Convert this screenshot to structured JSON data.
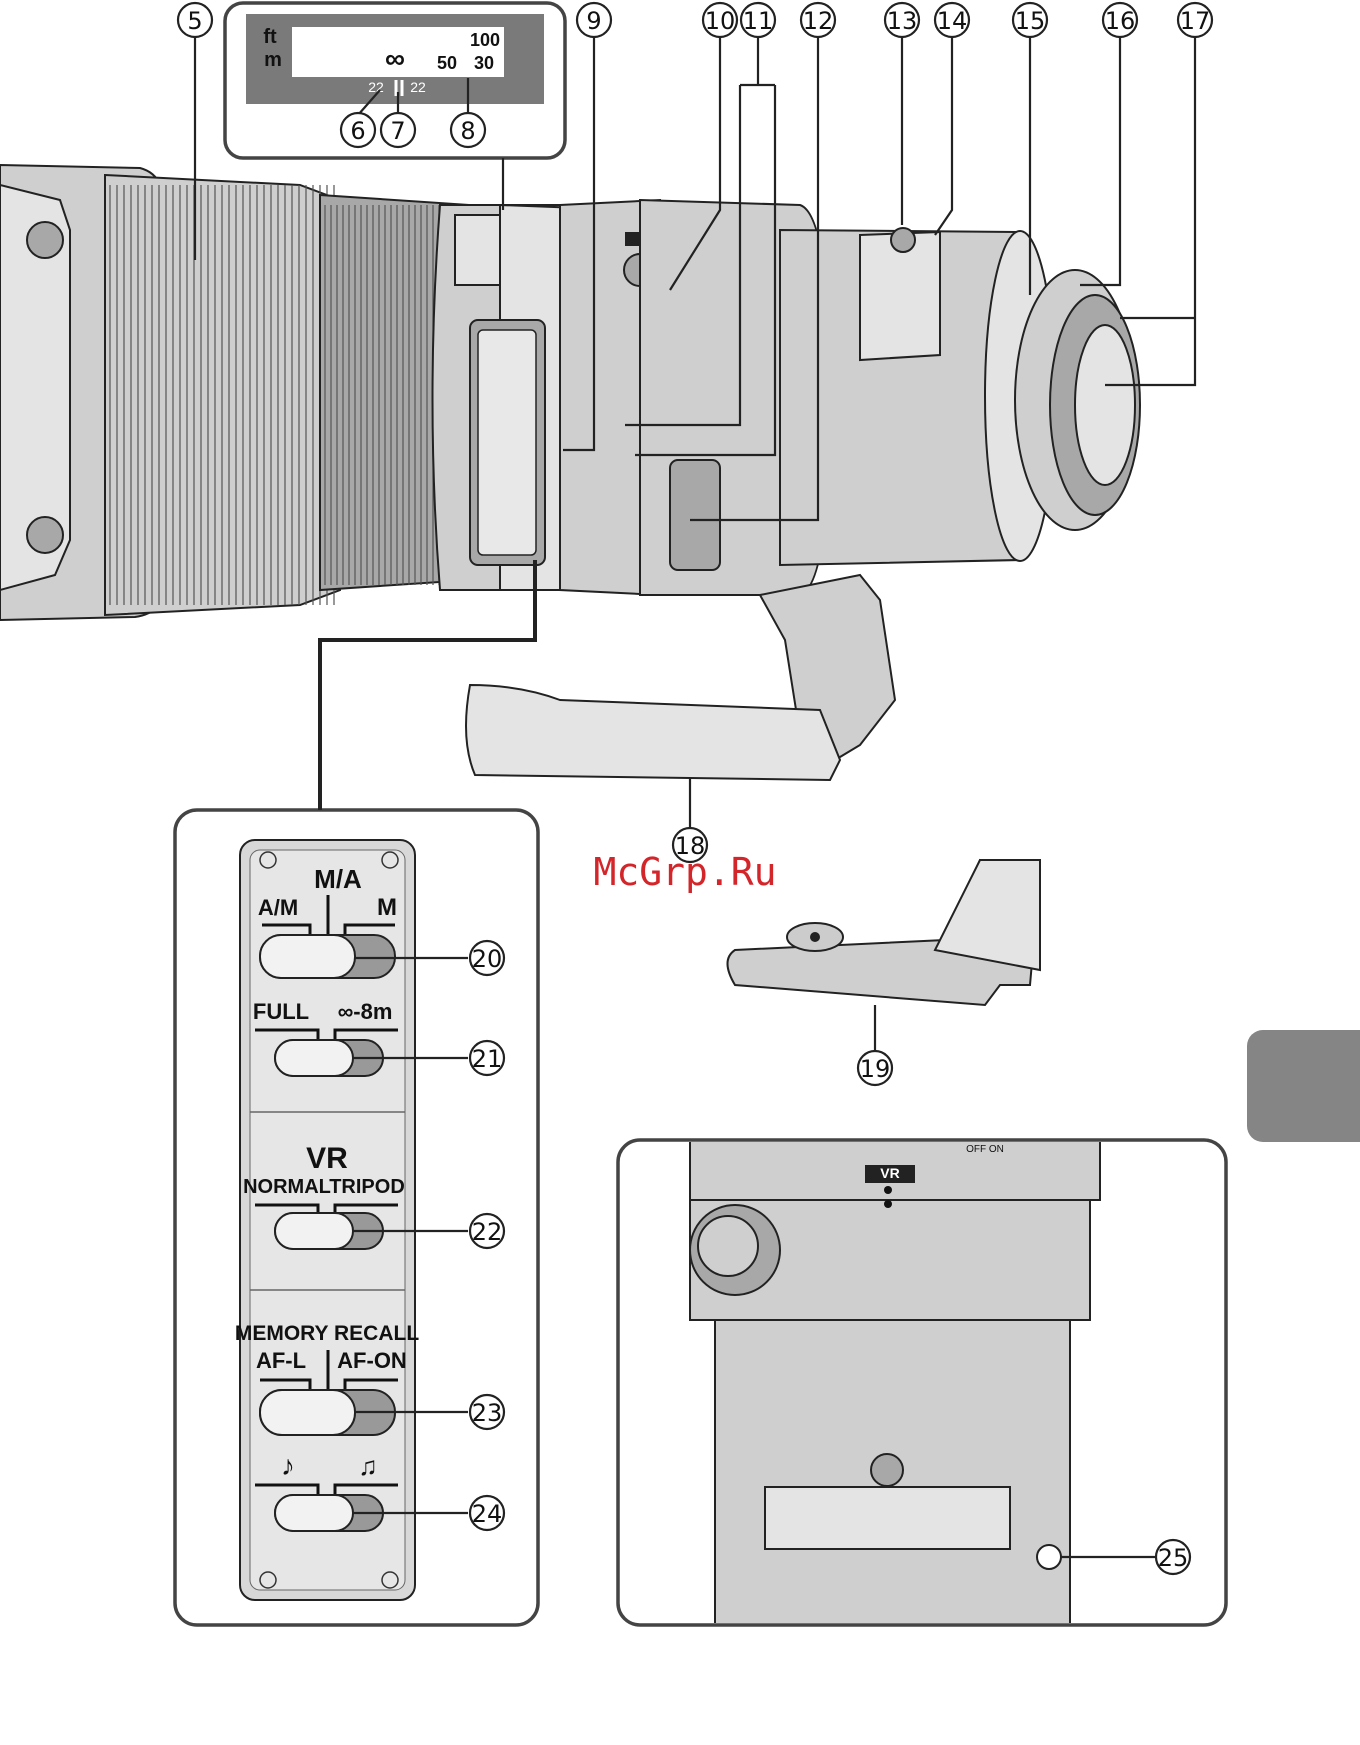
{
  "distance_scale": {
    "unit_ft": "ft",
    "unit_m": "m",
    "infinity": "∞",
    "ft_value": "100",
    "m_value_1": "50",
    "m_value_2": "30",
    "ir_left": "22",
    "ir_right": "22"
  },
  "switch_panel": {
    "focus_mode_center": "M/A",
    "focus_mode_left": "A/M",
    "focus_mode_right": "M",
    "limit_left": "FULL",
    "limit_right": "∞-8m",
    "vr_title": "VR",
    "vr_left": "NORMAL",
    "vr_right": "TRIPOD",
    "memory_title": "MEMORY RECALL",
    "memory_left": "AF-L",
    "memory_right": "AF-ON",
    "beep_on": "♪",
    "beep_off": "♫"
  },
  "inset_vr_label": "VR",
  "inset_off_on": "OFF  ON",
  "watermark": "McGrp.Ru",
  "callouts": [
    "⑤",
    "⑥",
    "⑦",
    "⑧",
    "⑨",
    "⑩",
    "⑪",
    "⑫",
    "⑬",
    "⑭",
    "⑮",
    "⑯",
    "⑰",
    "⑱",
    "⑲",
    "⑳",
    "㉑",
    "㉒",
    "㉓",
    "㉔",
    "㉕"
  ]
}
